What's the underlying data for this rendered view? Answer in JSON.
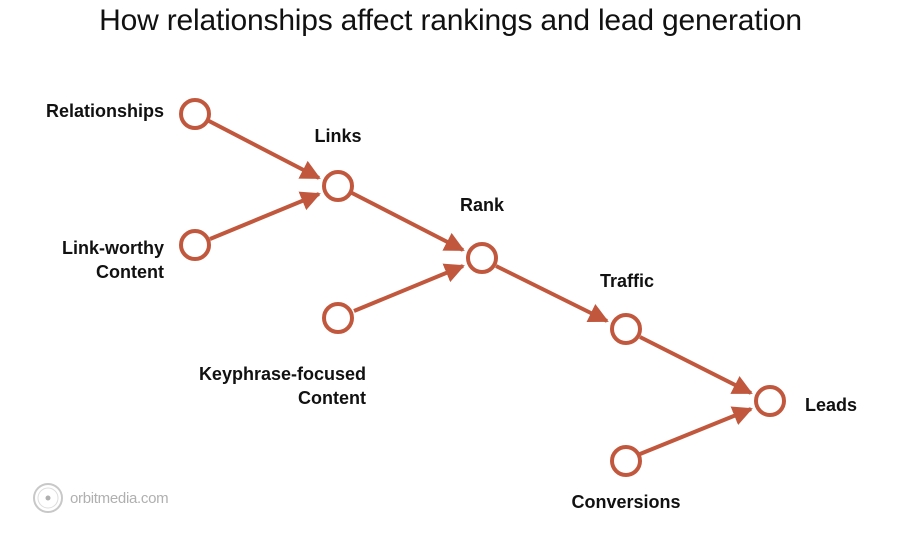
{
  "title": "How relationships affect rankings and lead generation",
  "colors": {
    "accent": "#c1583d",
    "text": "#111111",
    "logo": "#b0b0b0"
  },
  "nodes": {
    "relationships": "Relationships",
    "links": "Links",
    "link_worthy_line1": "Link-worthy",
    "link_worthy_line2": "Content",
    "rank": "Rank",
    "keyphrase_line1": "Keyphrase-focused",
    "keyphrase_line2": "Content",
    "traffic": "Traffic",
    "leads": "Leads",
    "conversions": "Conversions"
  },
  "logo": {
    "text": "orbitmedia.com",
    "icon": "orbit-logo-icon"
  }
}
